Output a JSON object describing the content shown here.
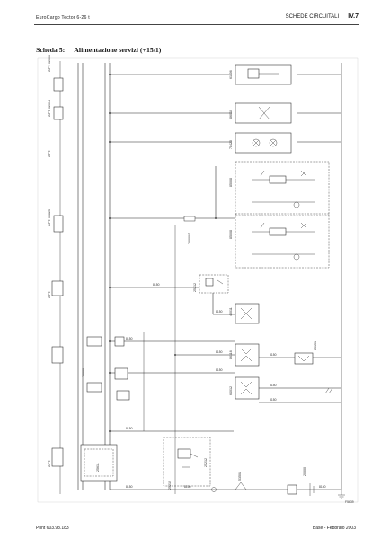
{
  "header": {
    "book_title": "EuroCargo Tector 6-26 t",
    "section": "SCHEDE CIRCUITALI",
    "page_ref": "IV.7"
  },
  "sheet": {
    "label": "Scheda 5:",
    "title": "Alimentazione servizi (+15/1)"
  },
  "footer": {
    "print_ref": "Print 603.93.183",
    "edition": "Base - Febbraio 2003"
  },
  "left_labels": {
    "opt_1": "OPT. 02006",
    "opt_2": "OPT. 02014",
    "opt_3": "OPT.",
    "opt_4": "OPT. 00825",
    "opt_5": "OPT.",
    "opt_6": "OPT."
  },
  "components": {
    "c1": "61106",
    "c2": "86010",
    "c3": "78420",
    "c4": "85008",
    "c5": "85008",
    "c6": "70000/7",
    "c7": "25212",
    "c8": "40011",
    "c9": "70000",
    "c10": "86116",
    "c11": "85151",
    "c12": "64012",
    "c13": "25611",
    "c14": "25212",
    "c15": "53501",
    "c16": "20000",
    "c17": "25212"
  },
  "wire_labels": {
    "w1": "8150",
    "w2": "8150",
    "w3": "8150",
    "w4": "8150",
    "w5": "8150",
    "w6": "8150",
    "w7": "8150",
    "w8": "8150",
    "w9": "8150",
    "w10": "8150",
    "w11": "8150",
    "w12": "8150"
  },
  "figure_ref": "F5639"
}
